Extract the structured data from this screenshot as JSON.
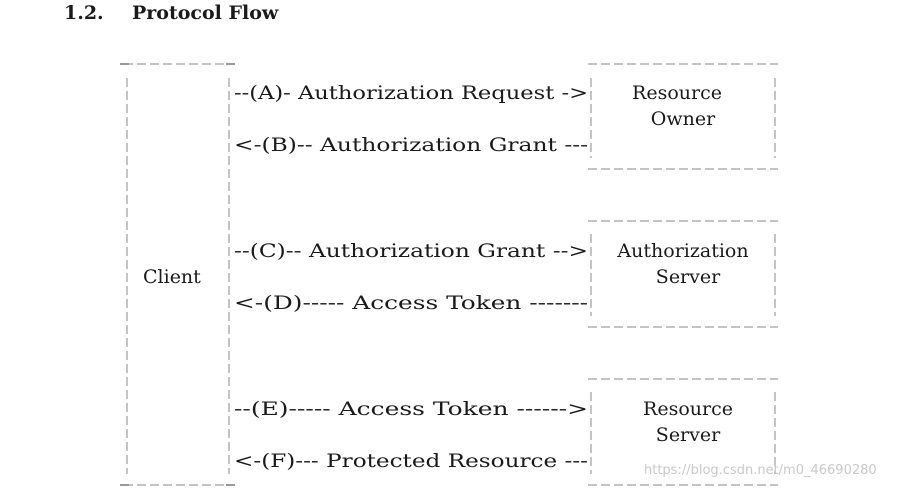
{
  "section": {
    "number": "1.2.",
    "title": "Protocol Flow"
  },
  "client": {
    "label": "Client"
  },
  "servers": [
    {
      "lines": [
        "Resource",
        "Owner"
      ]
    },
    {
      "lines": [
        "Authorization",
        "Server"
      ]
    },
    {
      "lines": [
        "Resource",
        "Server"
      ]
    }
  ],
  "flows": [
    {
      "text": "--(A)- Authorization Request ->"
    },
    {
      "text": "<-(B)-- Authorization Grant ---"
    },
    {
      "text": "--(C)-- Authorization Grant -->"
    },
    {
      "text": "<-(D)----- Access Token -------"
    },
    {
      "text": "--(E)----- Access Token ------>"
    },
    {
      "text": "<-(F)--- Protected Resource ---"
    }
  ],
  "watermark": "https://blog.csdn.net/m0_46690280"
}
